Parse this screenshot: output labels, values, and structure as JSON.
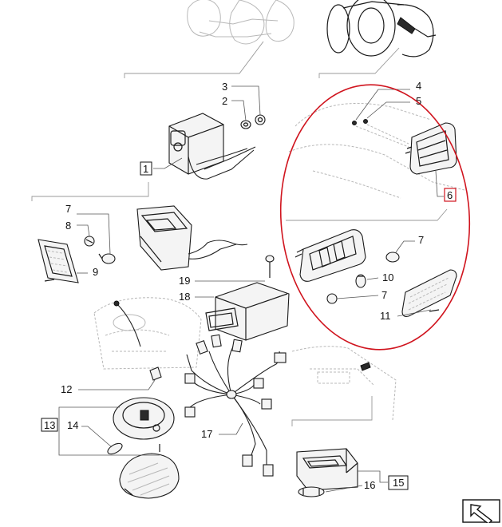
{
  "diagram": {
    "labels": {
      "l1": "1",
      "l2": "2",
      "l3": "3",
      "l4": "4",
      "l5": "5",
      "l6": "6",
      "l7a": "7",
      "l7b": "7",
      "l7c": "7",
      "l8": "8",
      "l9": "9",
      "l10": "10",
      "l11": "11",
      "l12": "12",
      "l13": "13",
      "l14": "14",
      "l15": "15",
      "l16": "16",
      "l17": "17",
      "l18": "18",
      "l19": "19"
    },
    "highlight_color": "#d0141e",
    "nav_icon": "expand-arrow-icon"
  }
}
